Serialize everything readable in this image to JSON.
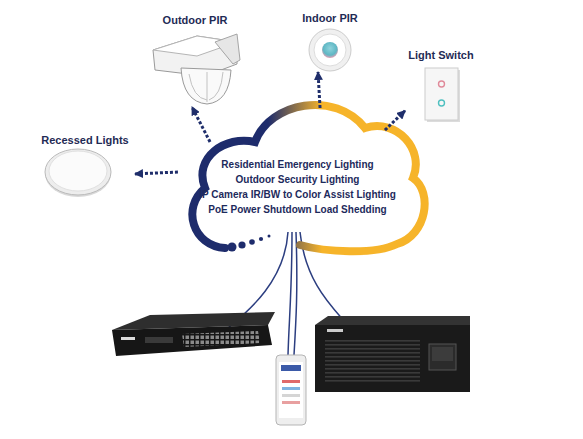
{
  "diagram": {
    "nodes": [
      {
        "text": [
          "Outdoor PIR"
        ]
      },
      {
        "text": [
          "Indoor PIR"
        ]
      },
      {
        "text": [
          "Light Switch"
        ]
      },
      {
        "text": [
          "Recessed Lights"
        ]
      },
      {
        "text": [
          "Residential Emergency Lighting",
          "Outdoor Security Lighting",
          "IP Camera IR/BW to Color Assist Lighting",
          "PoE Power Shutdown Load Shedding"
        ]
      }
    ],
    "edges": [
      {
        "from": 4,
        "to": 0,
        "arrow": "to"
      },
      {
        "from": 4,
        "to": 1,
        "arrow": "to"
      },
      {
        "from": 4,
        "to": 2,
        "arrow": "to"
      },
      {
        "from": 4,
        "to": 3,
        "arrow": "to"
      }
    ]
  }
}
